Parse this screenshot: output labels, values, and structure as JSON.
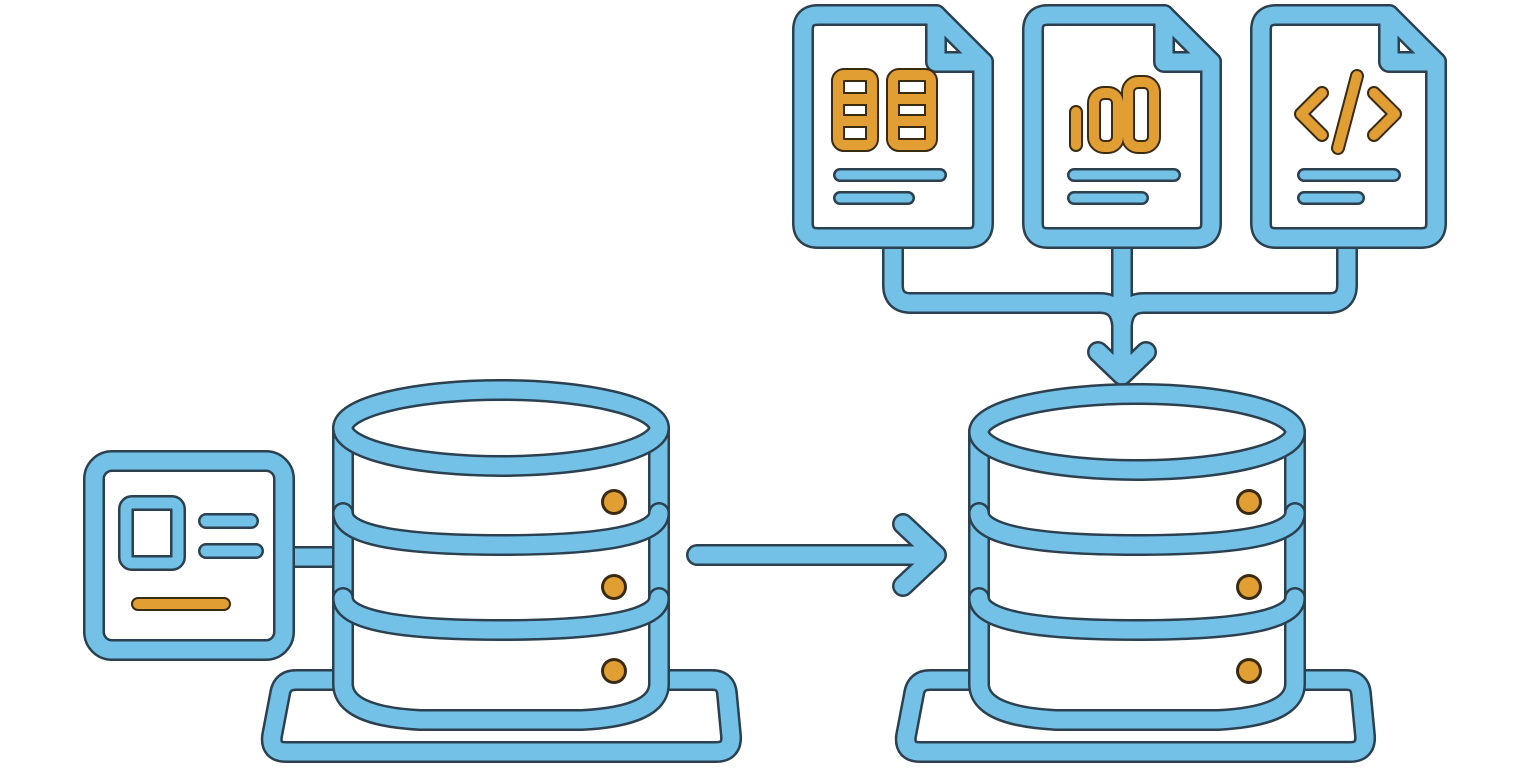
{
  "diagram": {
    "nodes": [
      {
        "id": "source-database",
        "icon": "database-icon"
      },
      {
        "id": "record-card",
        "icon": "id-card-icon"
      },
      {
        "id": "target-database",
        "icon": "database-icon"
      },
      {
        "id": "table-document",
        "icon": "table-file-icon"
      },
      {
        "id": "chart-document",
        "icon": "bar-chart-file-icon"
      },
      {
        "id": "code-document",
        "icon": "code-file-icon"
      }
    ],
    "edges": [
      {
        "from": "record-card",
        "to": "source-database",
        "style": "line"
      },
      {
        "from": "source-database",
        "to": "target-database",
        "style": "arrow"
      },
      {
        "from": "table-document",
        "to": "target-database",
        "style": "merge-arrow"
      },
      {
        "from": "chart-document",
        "to": "target-database",
        "style": "merge-arrow"
      },
      {
        "from": "code-document",
        "to": "target-database",
        "style": "merge-arrow"
      }
    ]
  },
  "colors": {
    "outline": "#74c1e8",
    "accent": "#e19e33",
    "background": "#ffffff"
  }
}
